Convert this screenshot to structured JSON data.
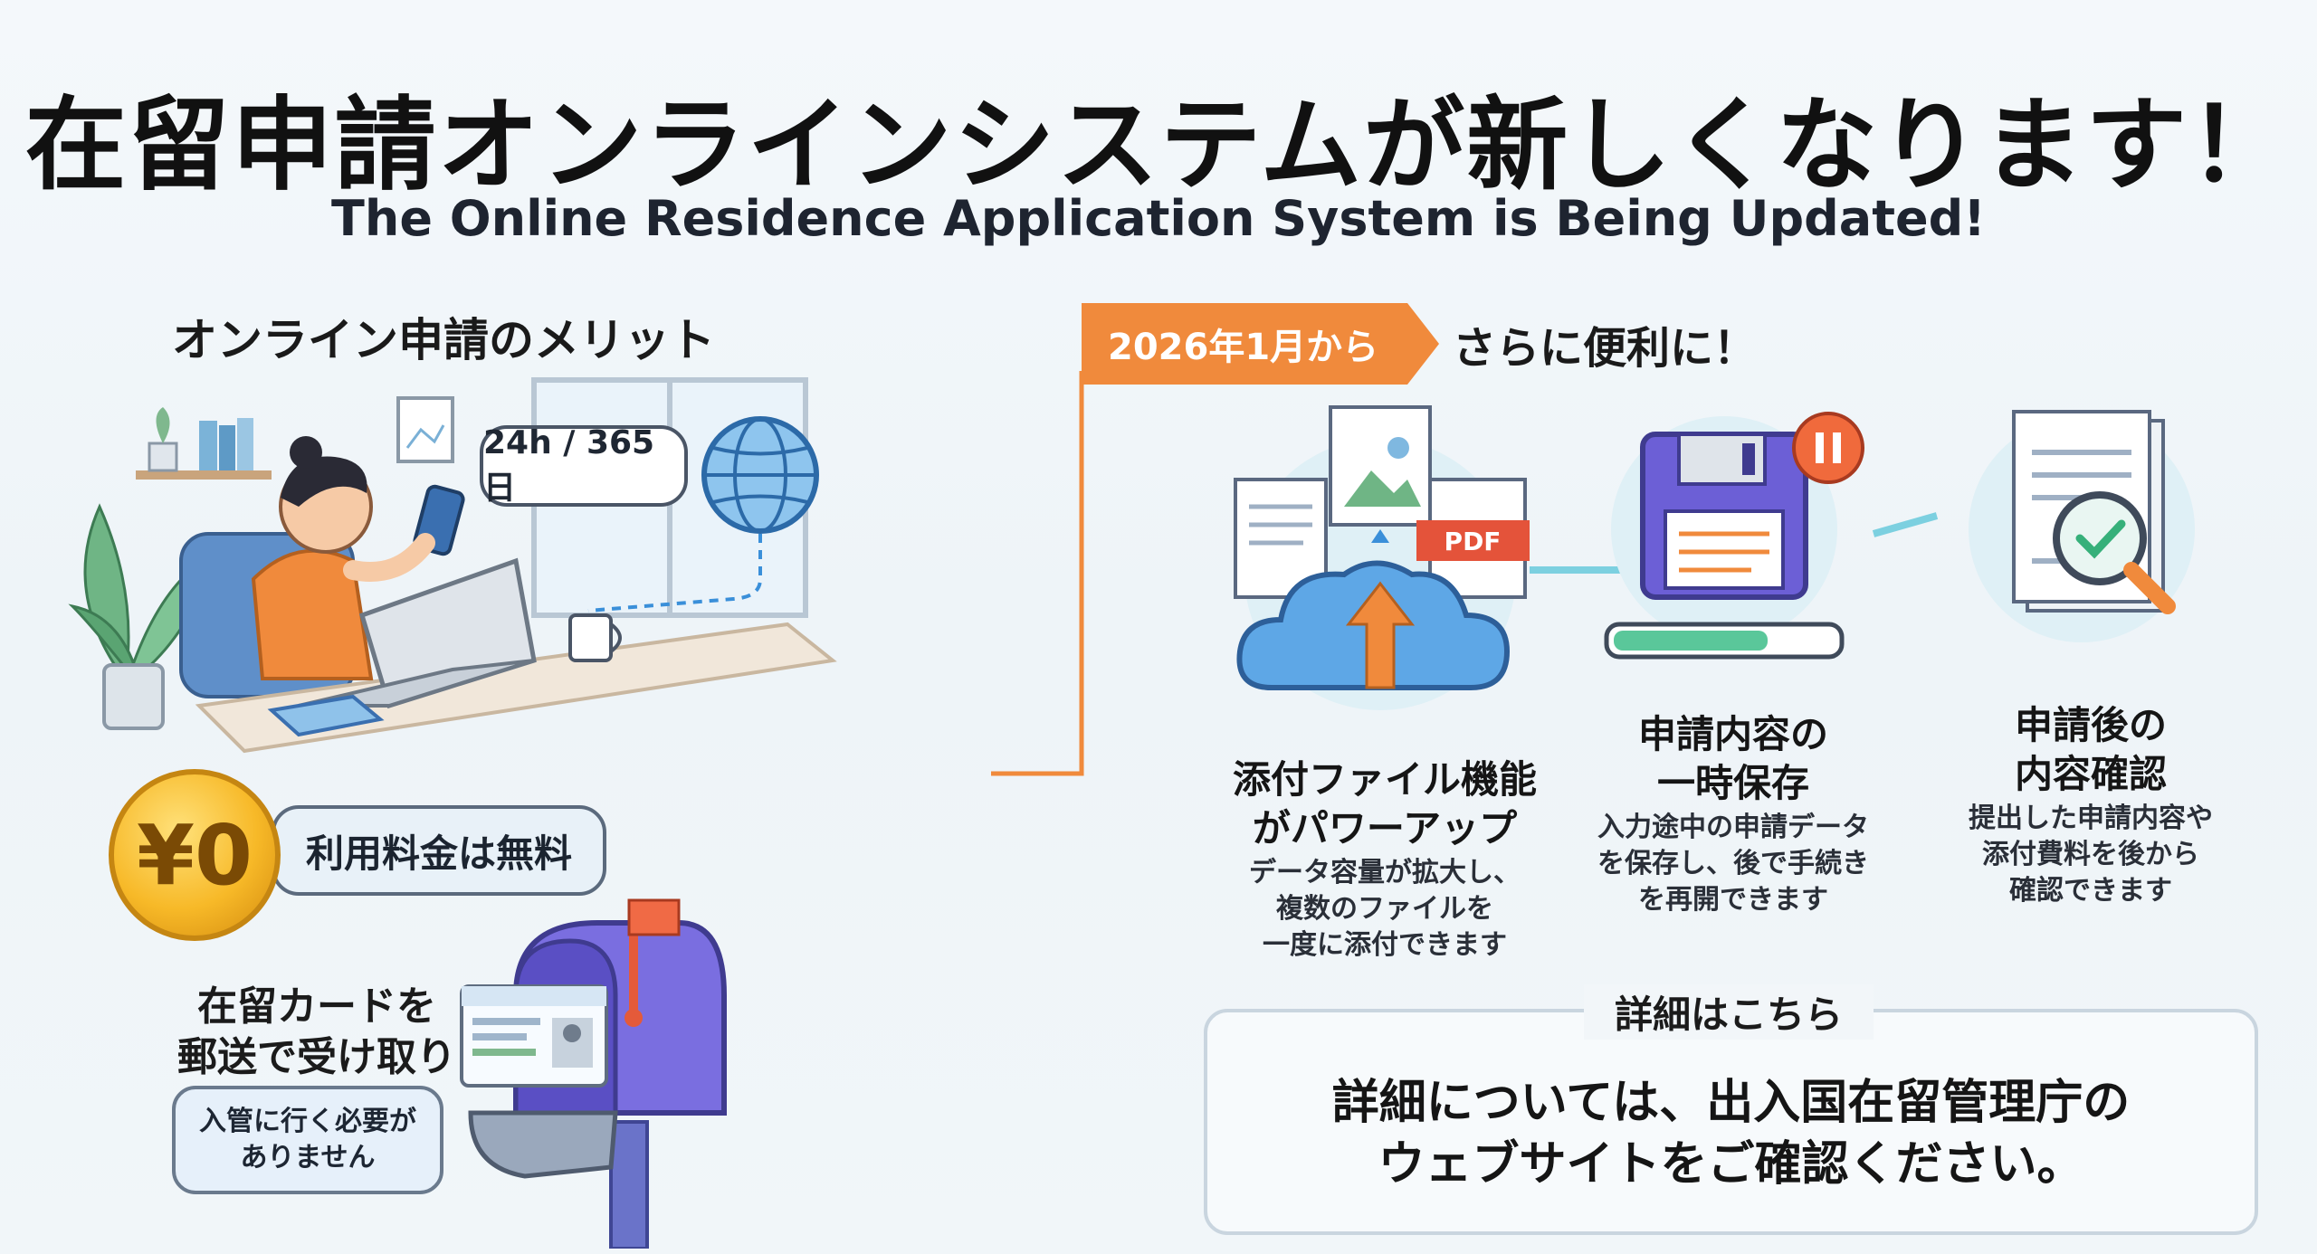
{
  "title": {
    "ja": "在留申請オンラインシステムが新しくなります！",
    "en": "The Online Residence Application System is Being Updated!"
  },
  "left": {
    "heading": "オンライン申請のメリット",
    "availability": "24h / 365日",
    "coin_label": "¥0",
    "fee": "利用料金は無料",
    "card_mail": [
      "在留カードを",
      "郵送で受け取り"
    ],
    "no_visit": [
      "入管に行く必要が",
      "ありません"
    ]
  },
  "right": {
    "date_tag": "2026年1月から",
    "more_convenient": "さらに便利に！",
    "pdf_label": "PDF",
    "features": [
      {
        "title": [
          "添付ファイル機能",
          "がパワーアップ"
        ],
        "desc": [
          "データ容量が拡大し、",
          "複数のファイルを",
          "一度に添付できます"
        ]
      },
      {
        "title": [
          "申請内容の",
          "一時保存"
        ],
        "desc": [
          "入力途中の申請データ",
          "を保存し、後で手続き",
          "を再開できます"
        ]
      },
      {
        "title": [
          "申請後の",
          "内容確認"
        ],
        "desc": [
          "提出した申請内容や",
          "添付費料を後から",
          "確認できます"
        ]
      }
    ],
    "details": {
      "label": "詳細はこちら",
      "text": [
        "詳細については、出入国在留管理庁の",
        "ウェブサイトをご確認ください。"
      ]
    }
  },
  "colors": {
    "accent_orange": "#f08a3c",
    "accent_blue": "#3a8fd9",
    "accent_purple": "#6c5fd6",
    "coin_gold": "#f7b928"
  },
  "icons": [
    "globe-icon",
    "cloud-upload-icon",
    "pdf-file-icon",
    "image-file-icon",
    "floppy-save-icon",
    "pause-icon",
    "document-icon",
    "magnifier-check-icon",
    "mailbox-icon",
    "plant-icon",
    "laptop-icon",
    "phone-icon"
  ]
}
